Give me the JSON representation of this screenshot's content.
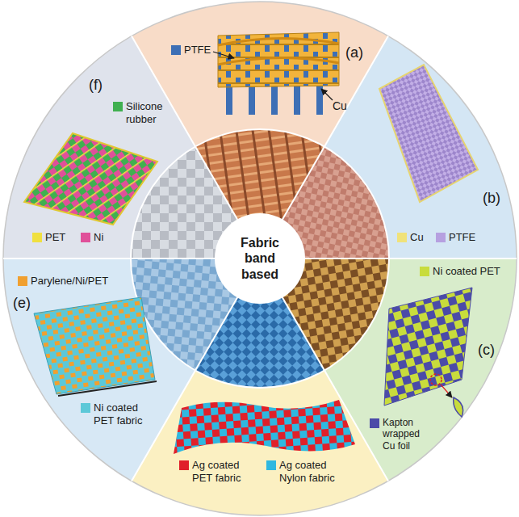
{
  "diagram": {
    "nodes": [
      {
        "text": [
          "Fabric band based"
        ]
      }
    ],
    "labels": [
      "(a)",
      "(b)",
      "(c)",
      "(e)",
      "(f)",
      "Cu"
    ],
    "legend": [
      {
        "text": "PTFE",
        "color": "#3d6fb5"
      },
      {
        "text": "Cu",
        "color": "#f0e27a"
      },
      {
        "text": "PTFE",
        "color": "#b6a0e0"
      },
      {
        "text": "Ni coated PET",
        "color": "#c8dc3c"
      },
      {
        "text": "Kapton wrapped Cu foil",
        "color": "#4b4ba8"
      },
      {
        "text": "Ag coated PET fabric",
        "color": "#e0202a"
      },
      {
        "text": "Ag coated Nylon fabric",
        "color": "#2fb8e0"
      },
      {
        "text": "Ni coated PET fabric",
        "color": "#5cc8d8"
      },
      {
        "text": "Parylene/Ni/PET",
        "color": "#f0a030"
      },
      {
        "text": "PET",
        "color": "#f0e040"
      },
      {
        "text": "Ni",
        "color": "#e0509a"
      },
      {
        "text": "Silicone rubber",
        "color": "#40b050"
      }
    ]
  }
}
